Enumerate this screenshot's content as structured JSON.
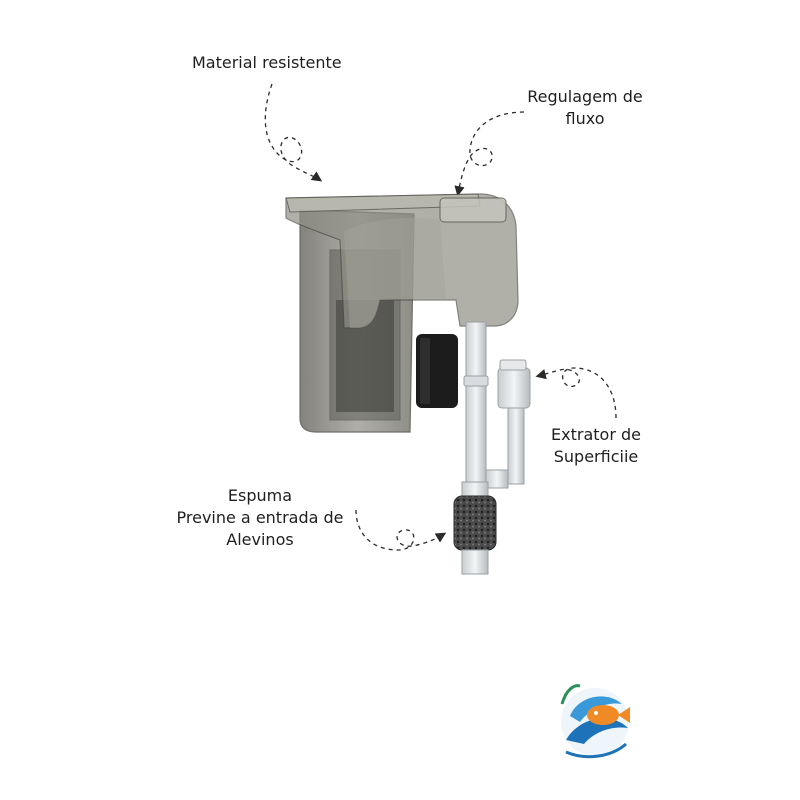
{
  "annotations": {
    "material": {
      "lines": [
        "Material resistente"
      ]
    },
    "regulagem": {
      "lines": [
        "Regulagem de",
        "fluxo"
      ]
    },
    "extrator": {
      "lines": [
        "Extrator de",
        "Superficiie"
      ]
    },
    "espuma": {
      "lines": [
        "Espuma",
        "Previne a entrada de",
        "Alevinos"
      ]
    }
  },
  "product": {
    "name": "hang-on aquarium filter"
  },
  "logo": {
    "icon": "fish-wave-logo"
  },
  "colors": {
    "background": "#ffffff",
    "annotation_line": "#2a2a2a",
    "filter_body": "#8a8a80",
    "sponge": "#3a3a3a",
    "logo_blue": "#1e73b8",
    "logo_orange": "#f08a24"
  }
}
